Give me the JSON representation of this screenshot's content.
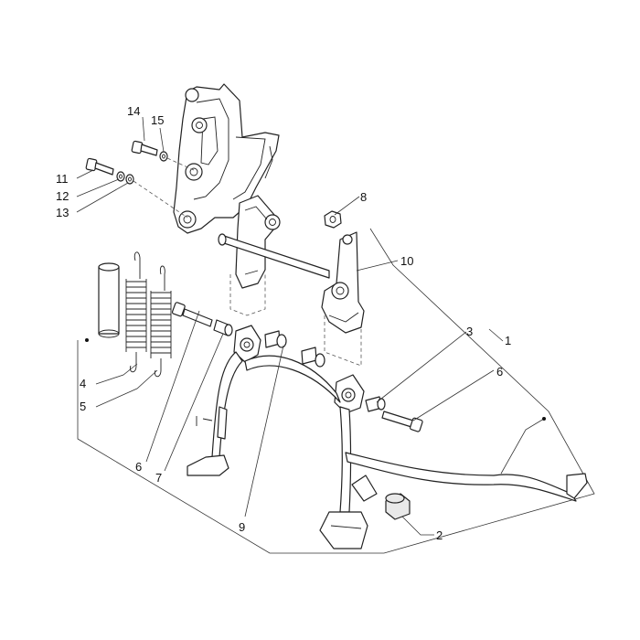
{
  "callouts": {
    "c1": "1",
    "c2": "2",
    "c3": "3",
    "c4": "4",
    "c5": "5",
    "c6a": "6",
    "c6b": "6",
    "c7": "7",
    "c8": "8",
    "c9": "9",
    "c10": "10",
    "c11": "11",
    "c12": "12",
    "c13": "13",
    "c14": "14",
    "c15": "15"
  },
  "colors": {
    "line": "#222222",
    "background": "#ffffff"
  }
}
